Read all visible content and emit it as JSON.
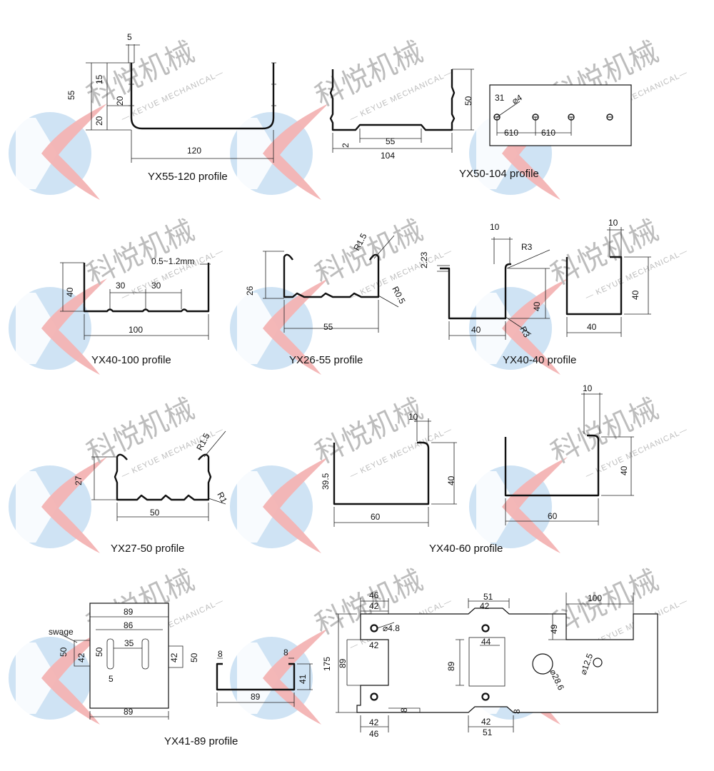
{
  "watermark": {
    "text": "科悦机械",
    "sub": "— KEYUE MECHANICAL—",
    "colors": {
      "blue": "#cfe3f4",
      "red": "#f3b3b3"
    }
  },
  "profiles": {
    "yx55_120": {
      "caption": "YX55-120 profile",
      "dims": [
        "5",
        "55",
        "15",
        "20",
        "20",
        "120"
      ]
    },
    "yx50_104": {
      "caption": "YX50-104 profile",
      "dims": [
        "2",
        "55",
        "104",
        "50"
      ]
    },
    "hole_plate": {
      "dims": [
        "31",
        "⌀4",
        "610",
        "610"
      ]
    },
    "yx40_100": {
      "caption": "YX40-100 profile",
      "dims": [
        "0.5~1.2mm",
        "40",
        "30",
        "30",
        "100"
      ]
    },
    "yx26_55": {
      "caption": "YX26-55 profile",
      "dims": [
        "R1.5",
        "26",
        "R0.5",
        "55"
      ]
    },
    "yx40_40": {
      "caption": "YX40-40 profile",
      "dims": [
        "10",
        "R3",
        "2.23",
        "40",
        "40",
        "R3",
        "10",
        "40",
        "40"
      ]
    },
    "yx27_50": {
      "caption": "YX27-50 profile",
      "dims": [
        "R1.5",
        "27",
        "R1",
        "50"
      ]
    },
    "yx40_60": {
      "caption": "YX40-60 profile",
      "dims": [
        "10",
        "39.5",
        "40",
        "60",
        "10",
        "40",
        "60"
      ]
    },
    "yx41_89": {
      "caption": "YX41-89 profile",
      "dims": [
        "89",
        "swage",
        "86",
        "35",
        "50",
        "42",
        "50",
        "5",
        "42",
        "50",
        "89",
        "8",
        "8",
        "41",
        "89"
      ]
    },
    "big_plate": {
      "dims": [
        "46",
        "42",
        "⌀4.8",
        "42",
        "175",
        "89",
        "42",
        "46",
        "8",
        "51",
        "42",
        "44",
        "89",
        "⌀28.6",
        "42",
        "51",
        "8",
        "100",
        "49",
        "⌀12.5"
      ]
    }
  }
}
